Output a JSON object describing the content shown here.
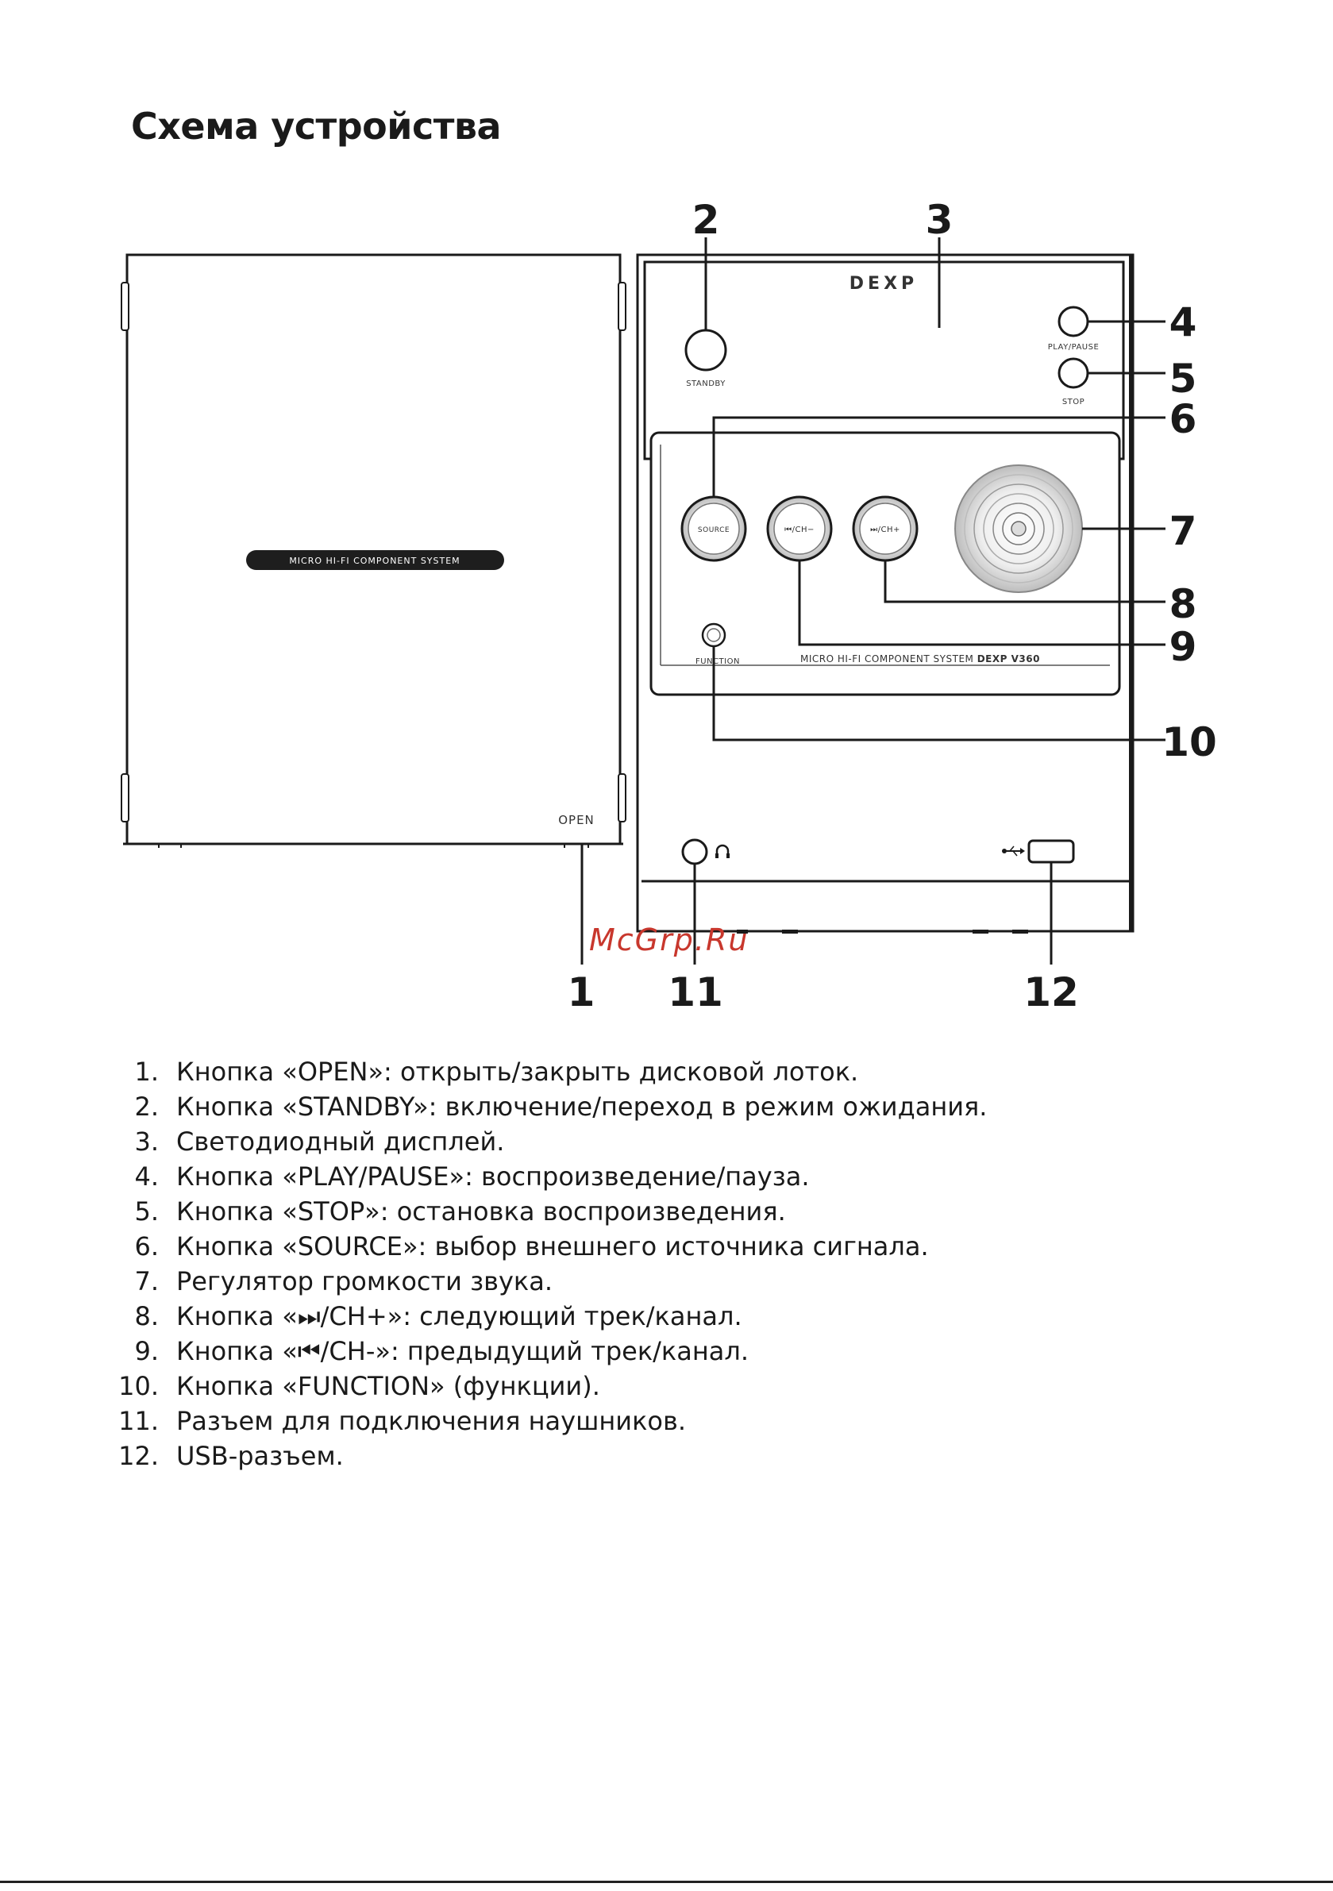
{
  "title": "Схема устройства",
  "diagram": {
    "brand": "DEXP",
    "lid_label": "MICRO HI-FI COMPONENT SYSTEM",
    "open_label": "OPEN",
    "standby_label": "STANDBY",
    "play_pause_label": "PLAY/PAUSE",
    "stop_label": "STOP",
    "source_label": "SOURCE",
    "prev_label": "⏮/CH−",
    "next_label": "⏭/CH+",
    "function_label": "FUNCTION",
    "model_label_prefix": "MICRO HI-FI COMPONENT SYSTEM ",
    "model_label_bold": "DEXP V360",
    "headphone_icon": "headphone-icon",
    "usb_icon": "usb-icon",
    "callouts": [
      "1",
      "2",
      "3",
      "4",
      "5",
      "6",
      "7",
      "8",
      "9",
      "10",
      "11",
      "12"
    ]
  },
  "watermark": "McGrp.Ru",
  "legend": [
    {
      "num": "1.",
      "text": "Кнопка «OPEN»: открыть/закрыть дисковой лоток."
    },
    {
      "num": "2.",
      "text": "Кнопка «STANDBY»: включение/переход в режим ожидания."
    },
    {
      "num": "3.",
      "text": "Светодиодный дисплей."
    },
    {
      "num": "4.",
      "text": "Кнопка «PLAY/PAUSE»: воспроизведение/пауза."
    },
    {
      "num": "5.",
      "text": "Кнопка «STOP»: остановка воспроизведения."
    },
    {
      "num": "6.",
      "text": "Кнопка «SOURCE»: выбор внешнего источника сигнала."
    },
    {
      "num": "7.",
      "text": "Регулятор громкости звука."
    },
    {
      "num": "8.",
      "text": "Кнопка «⏭/CH+»: следующий трек/канал."
    },
    {
      "num": "9.",
      "text": "Кнопка «⏮/CH-»: предыдущий трек/канал."
    },
    {
      "num": "10.",
      "text": "Кнопка «FUNCTION» (функции)."
    },
    {
      "num": "11.",
      "text": "Разъем для подключения наушников."
    },
    {
      "num": "12.",
      "text": "USB-разъем."
    }
  ]
}
